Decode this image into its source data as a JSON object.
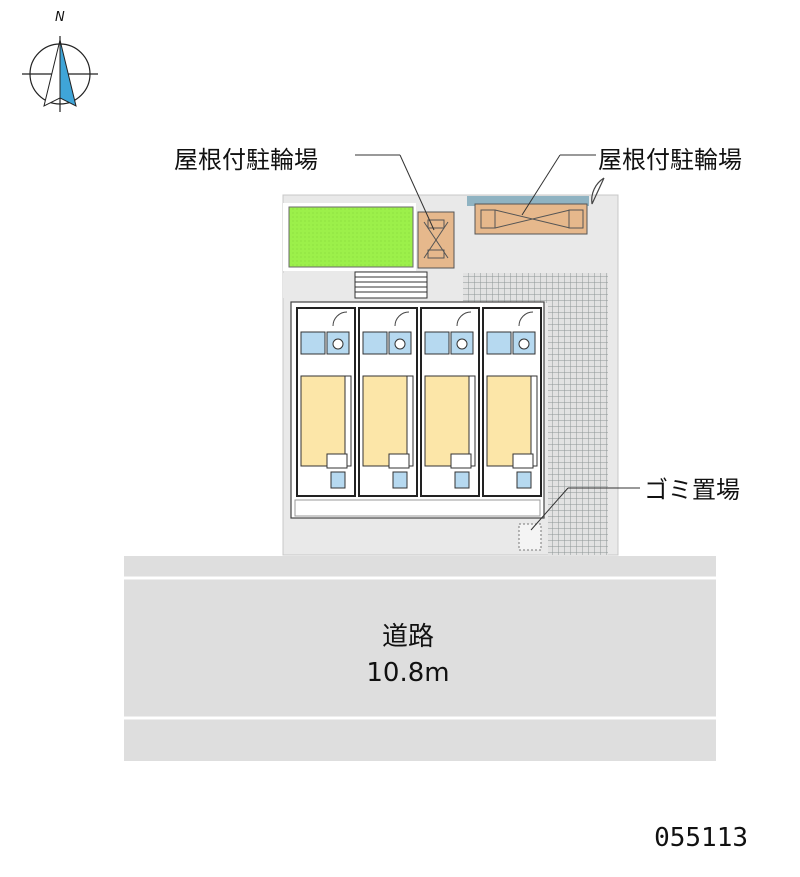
{
  "compass": {
    "north_label": "N",
    "icon": "compass-north-arrow-icon"
  },
  "labels": {
    "bicycle_left": "屋根付駐輪場",
    "bicycle_right": "屋根付駐輪場",
    "garbage": "ゴミ置場"
  },
  "road": {
    "name": "道路",
    "width": "10.8m"
  },
  "property_code": "055113",
  "units": 4,
  "colors": {
    "lawn": "#9cf04a",
    "bicycle_shed": "#e6b88c",
    "unit_floor": "#fce6a8",
    "wet_area": "#b6d9f0",
    "paving": "#dcdcdc",
    "road": "#dedede",
    "tile": "#9aa0a0"
  }
}
